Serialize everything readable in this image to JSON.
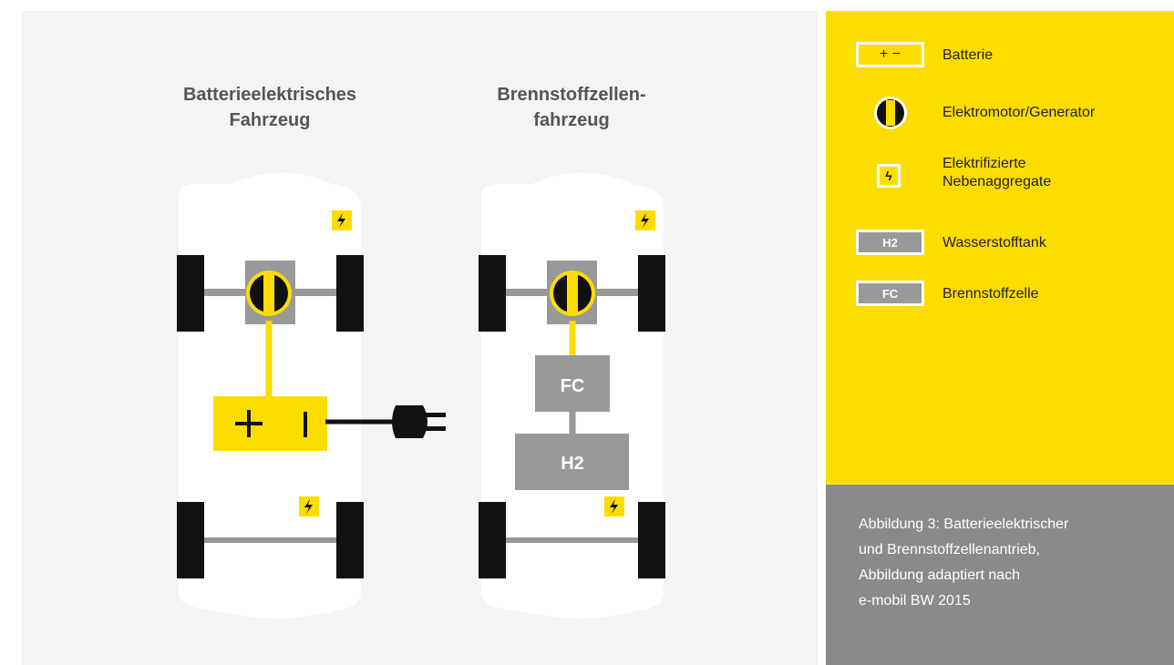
{
  "vehicles": {
    "battery": {
      "title": "Batterieelektrisches\nFahrzeug"
    },
    "fuel_cell": {
      "title": "Brennstoffzellen-\nfahrzeug",
      "fc_label": "FC",
      "h2_label": "H2"
    }
  },
  "legend": {
    "battery": {
      "symbol": "+  −",
      "label": "Batterie"
    },
    "motor": {
      "label": "Elektromotor/Generator"
    },
    "aux": {
      "symbol": "ϟ",
      "label": "Elektrifizierte\nNebenaggregate"
    },
    "h2": {
      "symbol": "H2",
      "label": "Wasserstofftank"
    },
    "fc": {
      "symbol": "FC",
      "label": "Brennstoffzelle"
    }
  },
  "caption": "Abbildung 3: Batterieelektrischer\nund Brennstoffzellenantrieb,\nAbbildung adaptiert nach\ne-mobil BW 2015",
  "colors": {
    "yellow": "#fddc00",
    "gray": "#999999",
    "dark": "#111111",
    "panel": "#f4f4f4",
    "caption": "#8a8a8a"
  }
}
